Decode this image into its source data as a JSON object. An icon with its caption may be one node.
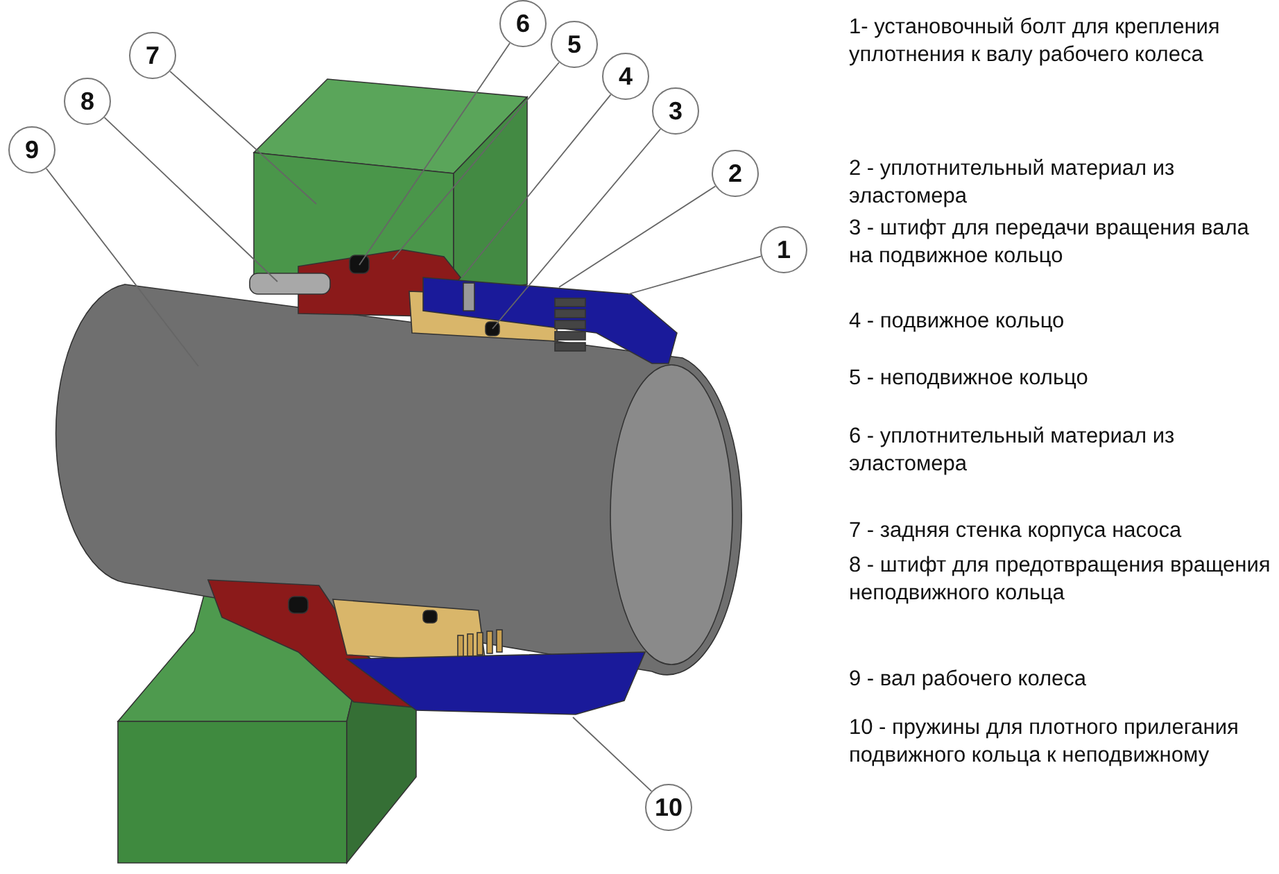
{
  "diagram": {
    "nodes": [
      {
        "text": [
          "1"
        ]
      },
      {
        "text": [
          "2"
        ]
      },
      {
        "text": [
          "3"
        ]
      },
      {
        "text": [
          "4"
        ]
      },
      {
        "text": [
          "5"
        ]
      },
      {
        "text": [
          "6"
        ]
      },
      {
        "text": [
          "7"
        ]
      },
      {
        "text": [
          "8"
        ]
      },
      {
        "text": [
          "9"
        ]
      },
      {
        "text": [
          "10"
        ]
      }
    ],
    "edges": [
      {
        "from": 0,
        "to": null,
        "arrow": "none"
      },
      {
        "from": 1,
        "to": null,
        "arrow": "none"
      },
      {
        "from": 2,
        "to": null,
        "arrow": "none"
      },
      {
        "from": 3,
        "to": null,
        "arrow": "none"
      },
      {
        "from": 4,
        "to": null,
        "arrow": "none"
      },
      {
        "from": 5,
        "to": null,
        "arrow": "none"
      },
      {
        "from": 6,
        "to": null,
        "arrow": "none"
      },
      {
        "from": 7,
        "to": null,
        "arrow": "none"
      },
      {
        "from": 8,
        "to": null,
        "arrow": "none"
      },
      {
        "from": 9,
        "to": null,
        "arrow": "none"
      }
    ],
    "labels": [
      "1- установочный болт для крепления уплотнения к валу рабочего колеса",
      "2 - уплотнительный материал из эластомера",
      "3 - штифт для передачи вращения вала на подвижное кольцо",
      "4 - подвижное кольцо",
      "5 - неподвижное кольцо",
      "6 - уплотнительный материал из эластомера",
      "7 - задняя стенка корпуса насоса",
      "8 - штифт для предотвращения вращения неподвижного кольца",
      "9 - вал рабочего колеса",
      "10 - пружины для плотного прилегания подвижного кольца к неподвижному"
    ]
  }
}
